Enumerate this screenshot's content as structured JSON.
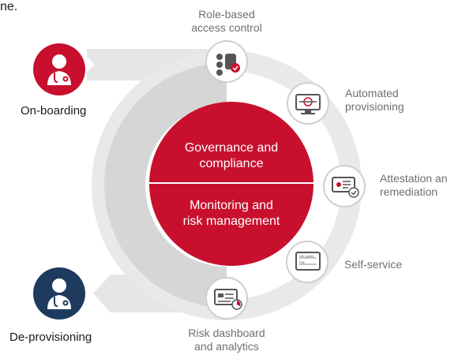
{
  "title_partial": "ne.",
  "people": {
    "onboarding": "On-boarding",
    "deprovisioning": "De-provisioning"
  },
  "core": {
    "top_line1": "Governance and",
    "top_line2": "compliance",
    "bottom_line1": "Monitoring and",
    "bottom_line2": "risk management"
  },
  "steps": {
    "role_line1": "Role-based",
    "role_line2": "access control",
    "auto_line1": "Automated",
    "auto_line2": "provisioning",
    "attest_line1": "Attestation an",
    "attest_line2": "remediation",
    "self_service": "Self-service",
    "risk_line1": "Risk dashboard",
    "risk_line2": "and analytics",
    "form_field_1": "UN: jsmith",
    "form_field_2": "PW:"
  },
  "colors": {
    "accent_red": "#c8102e",
    "navy": "#1f3a5f",
    "ring_gray": "#d9d9d9",
    "arrow_gray": "#e6e6e6"
  },
  "icons": [
    "doctor-icon",
    "role-access-icon",
    "monitor-icon",
    "attestation-icon",
    "login-form-icon",
    "dashboard-icon"
  ]
}
